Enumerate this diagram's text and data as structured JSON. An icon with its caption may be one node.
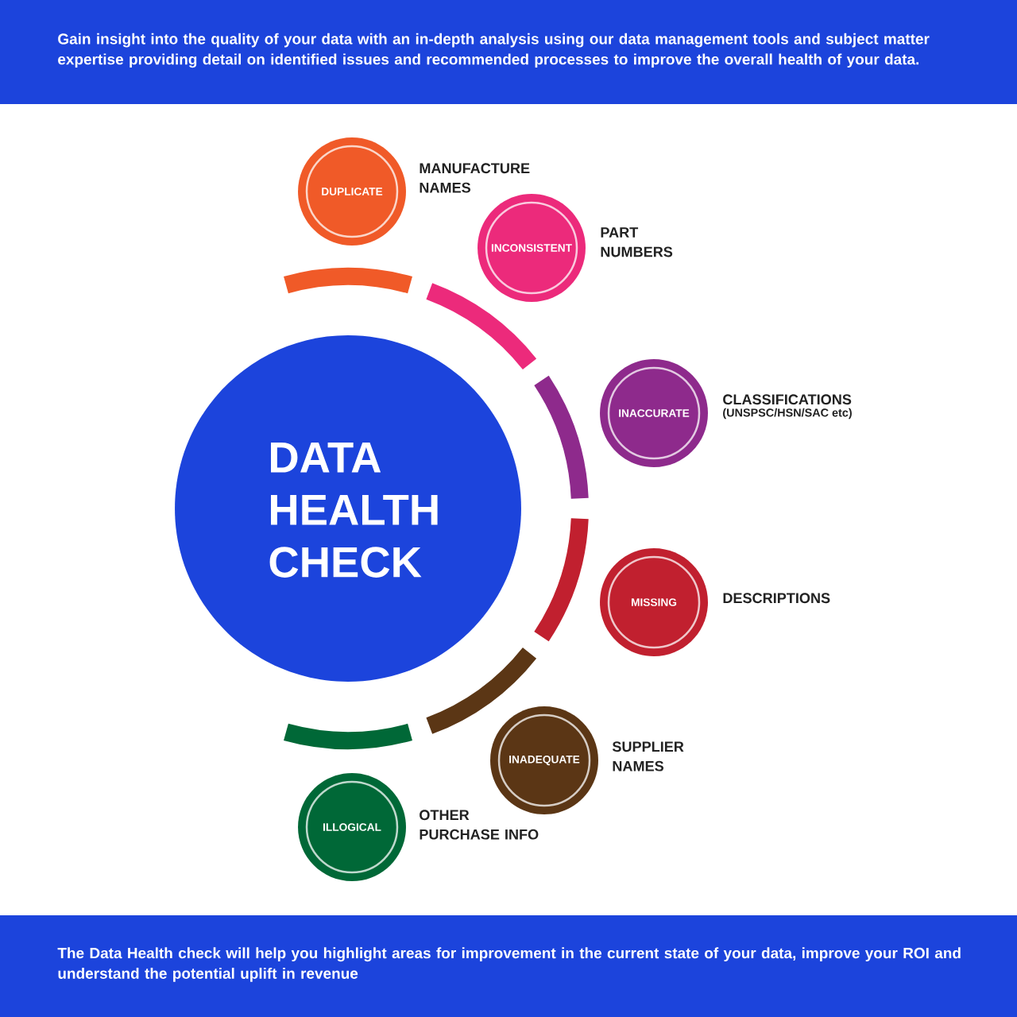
{
  "diagram": {
    "nodes": [
      {
        "text": [
          "Gain insight into the quality of your data with an in-depth analysis using our data management tools and subject matter expertise providing detail on identified issues and recommended processes to improve the overall health of your data."
        ]
      },
      {
        "text": [
          "DATA HEALTH CHECK"
        ]
      },
      {
        "text": [
          "DUPLICATE"
        ]
      },
      {
        "text": [
          "INCONSISTENT"
        ],
        "beside": [
          "PART NUMBERS"
        ]
      },
      {
        "text": [
          "INACCURATE"
        ],
        "beside": [
          "CLASSIFICATIONS",
          "(UNSPSC/HSN/SAC etc)"
        ]
      },
      {
        "text": [
          "MISSING"
        ],
        "beside": [
          "DESCRIPTIONS"
        ]
      },
      {
        "text": [
          "INADEQUATE"
        ],
        "beside": [
          "SUPPLIER NAMES"
        ]
      },
      {
        "text": [
          "ILLOGICAL"
        ]
      },
      {
        "text": [
          "The Data Health check will help you highlight areas for improvement in the current state of your data, improve your ROI and understand the potential uplift in revenue"
        ]
      }
    ],
    "labels": [
      "MANUFACTURE NAMES",
      "OTHER PURCHASE INFO"
    ]
  }
}
